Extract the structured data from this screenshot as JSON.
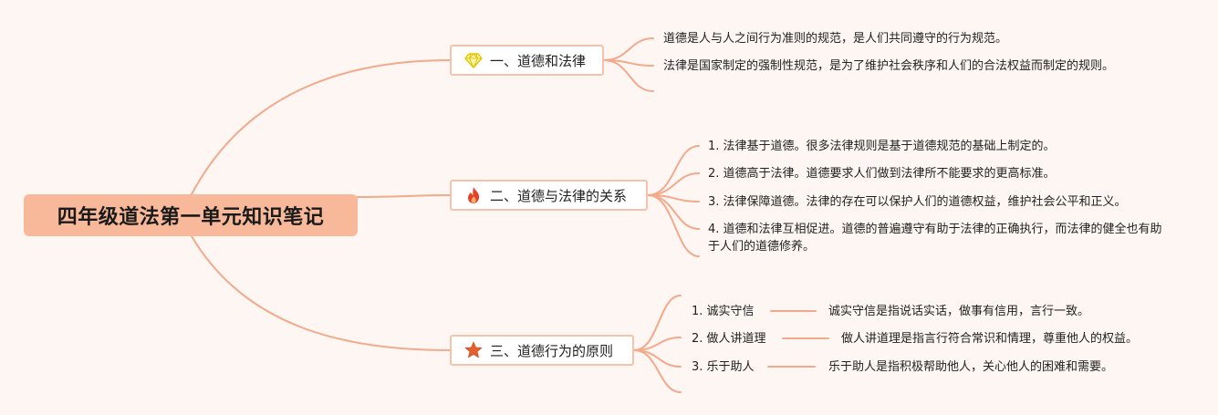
{
  "root": {
    "title": "四年级道法第一单元知识笔记"
  },
  "branches": [
    {
      "label": "一、道德和法律",
      "icon": "gem-icon",
      "items": [
        "道德是人与人之间行为准则的规范，是人们共同遵守的行为规范。",
        "法律是国家制定的强制性规范，是为了维护社会秩序和人们的合法权益而制定的规则。"
      ]
    },
    {
      "label": "二、道德与法律的关系",
      "icon": "fire-icon",
      "items": [
        "1. 法律基于道德。很多法律规则是基于道德规范的基础上制定的。",
        "2. 道德高于法律。道德要求人们做到法律所不能要求的更高标准。",
        "3. 法律保障道德。法律的存在可以保护人们的道德权益，维护社会公平和正义。",
        "4. 道德和法律互相促进。道德的普遍遵守有助于法律的正确执行，而法律的健全也有助于人们的道德修养。"
      ]
    },
    {
      "label": "三、道德行为的原则",
      "icon": "star-icon",
      "items": [
        {
          "term": "1. 诚实守信",
          "desc": "诚实守信是指说话实话，做事有信用，言行一致。"
        },
        {
          "term": "2. 做人讲道理",
          "desc": "做人讲道理是指言行符合常识和情理，尊重他人的权益。"
        },
        {
          "term": "3. 乐于助人",
          "desc": "乐于助人是指积极帮助他人，关心他人的困难和需要。"
        }
      ]
    }
  ],
  "colors": {
    "background": "#fdf6f2",
    "root_fill": "#f8b99a",
    "connector": "#f3a98b",
    "branch_border": "#f6c3aa",
    "gem": "#f5d417",
    "fire": "#e5402a",
    "star": "#e5602f"
  }
}
